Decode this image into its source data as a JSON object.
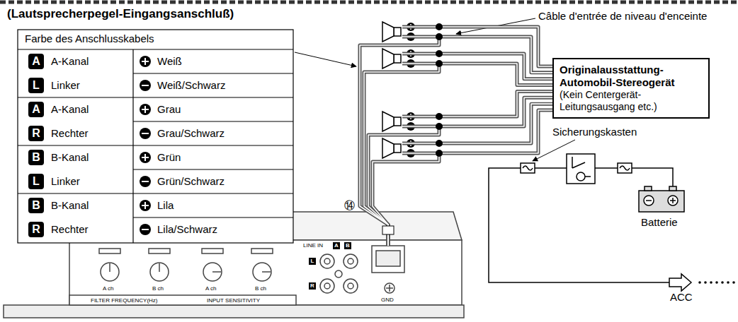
{
  "diagram": {
    "title": "(Lautsprecherpegel-Eingangsanschluß)",
    "nodes": [
      {
        "text": [
          "Originalausstattung-Automobil-Stereogerät",
          "(Kein Centergerät-Leitungsausgang etc.)"
        ]
      }
    ],
    "labels": [
      "Farbe des Anschlusskabels",
      "A",
      "L",
      "A-Kanal Linker",
      "Weiß",
      "Weiß/Schwarz",
      "A",
      "R",
      "A-Kanal Rechter",
      "Grau",
      "Grau/Schwarz",
      "B",
      "L",
      "B-Kanal Linker",
      "Grün",
      "Grün/Schwarz",
      "B",
      "R",
      "B-Kanal Rechter",
      "Lila",
      "Lila/Schwarz",
      "Câble d'entrée de niveau d'enceinte",
      "⑭",
      "Sicherungskasten",
      "Batterie",
      "ACC",
      "LINE IN",
      "A",
      "B",
      "L",
      "R",
      "GND",
      "FILTER FREQUENCY(Hz)",
      "INPUT SENSITIVITY",
      "A ch",
      "B ch",
      "A ch",
      "B ch"
    ]
  }
}
